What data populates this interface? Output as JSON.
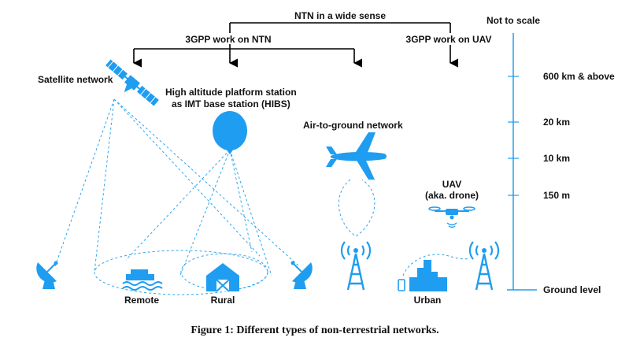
{
  "colors": {
    "accent": "#1f9df0",
    "text": "#111111",
    "line": "#000000"
  },
  "hierarchy": {
    "top": "NTN in a wide sense",
    "left_branch": "3GPP work on NTN",
    "right_branch": "3GPP work on UAV"
  },
  "nodes": {
    "satellite": "Satellite network",
    "hibs_line1": "High altitude platform station",
    "hibs_line2": "as IMT base station (HIBS)",
    "air_to_ground": "Air-to-ground network",
    "uav_line1": "UAV",
    "uav_line2": "(aka. drone)"
  },
  "areas": {
    "remote": "Remote",
    "rural": "Rural",
    "urban": "Urban"
  },
  "scale": {
    "title": "Not to scale",
    "levels": [
      "600 km & above",
      "20 km",
      "10 km",
      "150 m",
      "Ground level"
    ]
  },
  "icons": [
    "satellite-icon",
    "balloon-icon",
    "airplane-icon",
    "drone-icon",
    "satellite-dish-icon",
    "cell-tower-icon",
    "ship-icon",
    "barn-icon",
    "city-icon",
    "phone-icon"
  ],
  "caption": "Figure 1: Different types of non-terrestrial networks."
}
